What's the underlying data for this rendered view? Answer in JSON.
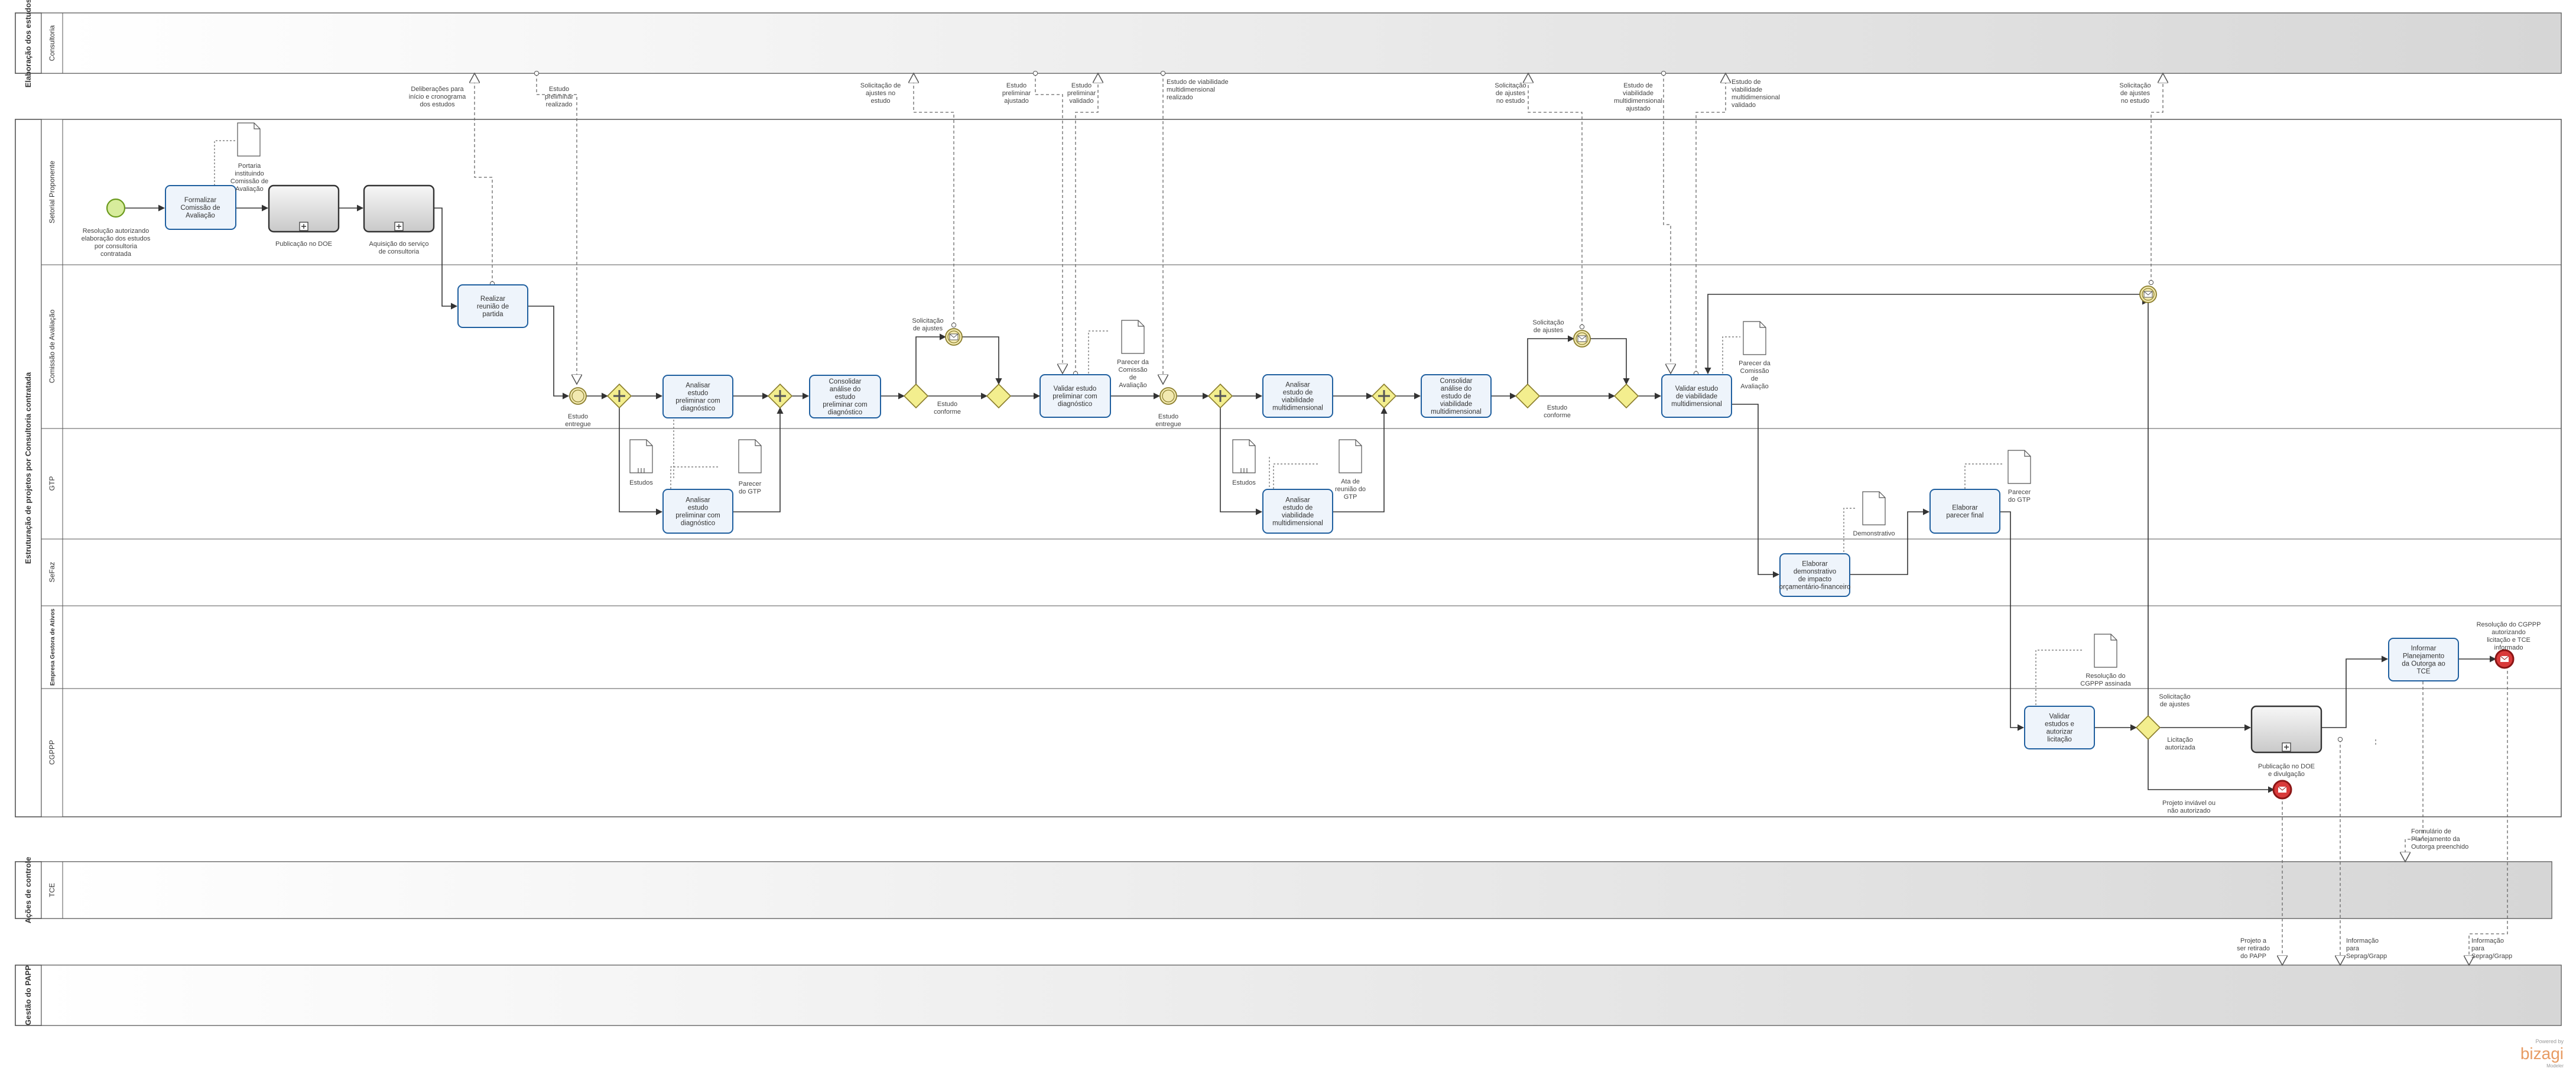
{
  "pools": [
    {
      "id": "p_elab",
      "title": "Elaboração dos estudos",
      "lanes": [
        "Consultoria"
      ]
    },
    {
      "id": "p_main",
      "title": "Estruturação de projetos por Consultoria contratada",
      "lanes": [
        "Setorial Proponente",
        "Comissão de Avaliação",
        "GTP",
        "SeFaz",
        "Empresa Gestora de Ativos",
        "CGPPP"
      ]
    },
    {
      "id": "p_ctrl",
      "title": "Ações de controle",
      "lanes": [
        "TCE"
      ]
    },
    {
      "id": "p_gest",
      "title": "Gestão do PAPP",
      "lanes": [
        ""
      ]
    }
  ],
  "tasks": {
    "t_formalizar": "Formalizar Comissão de Avaliação",
    "t_reuniao": "Realizar reunião de partida",
    "t_analisar_ca1": "Analisar estudo preliminar com diagnóstico",
    "t_analisar_gtp1": "Analisar estudo preliminar com diagnóstico",
    "t_consolidar1": "Consolidar análise do estudo preliminar com diagnóstico",
    "t_validar1": "Validar estudo preliminar com diagnóstico",
    "t_analisar_ca2": "Analisar estudo de viabilidade multidimensional",
    "t_analisar_gtp2": "Analisar estudo de viabilidade multidimensional",
    "t_consolidar2": "Consolidar análise do estudo de viabilidade multidimensional",
    "t_validar2": "Validar estudo de viabilidade multidimensional",
    "t_demonstrativo": "Elaborar demonstrativo de impacto orçamentário-financeiro",
    "t_parecer_final": "Elaborar parecer final",
    "t_validar_cgppp": "Validar estudos e autorizar licitação",
    "t_informar": "Informar Planejamento da Outorga ao TCE"
  },
  "subprocesses": {
    "sp_doe": "Publicação no DOE",
    "sp_aquisicao": "Aquisição do serviço de consultoria",
    "sp_divulgacao": "Publicação no DOE e divulgação"
  },
  "documents": {
    "d_portaria": "Portaria instituindo Comissão de Avaliação",
    "d_estudos1": "Estudos",
    "d_parecer_gtp1": "Parecer do GTP",
    "d_parecer_ca1": "Parecer da Comissão de Avaliação",
    "d_estudos2": "Estudos",
    "d_ata": "Ata de reunião do GTP",
    "d_parecer_ca2": "Parecer da Comissão de Avaliação",
    "d_demonstrativo": "Demonstrativo",
    "d_parecer_gtp2": "Parecer do GTP",
    "d_resolucao": "Resolução do CGPPP assinada"
  },
  "events": {
    "e_start": "Resolução autorizando elaboração dos estudos por consultoria contratada",
    "e_entregue1": "Estudo entregue",
    "e_solic1": "Solicitação de ajustes",
    "e_entregue2": "Estudo entregue",
    "e_solic2": "Solicitação de ajustes",
    "e_end_inviavel": "Projeto inviável ou não autorizado",
    "e_end_informado": "Resolução do CGPPP autorizando licitação e TCE informado"
  },
  "gateways": {
    "g_conforme1": "Estudo conforme",
    "g_conforme2": "Estudo conforme",
    "g_cgppp_up": "Solicitação de ajustes",
    "g_cgppp_right": "Licitação autorizada"
  },
  "messages": {
    "m1": "Deliberações para início e cronograma dos estudos",
    "m2": "Estudo preliminar realizado",
    "m3": "Solicitação de ajustes no estudo",
    "m4": "Estudo preliminar ajustado",
    "m5": "Estudo preliminar validado",
    "m6": "Estudo de viabilidade multidimensional realizado",
    "m7": "Solicitação de ajustes no estudo",
    "m8": "Estudo de viabilidade multidimensional ajustado",
    "m9": "Estudo de viabilidade multidimensional validado",
    "m10": "Solicitação de ajustes no estudo",
    "m11": "Formulário de Planejamento da Outorga preenchido",
    "m12": "Projeto a ser retirado do PAPP",
    "m13": "Informação para Seprag/Grapp",
    "m14": "Informação para Seprag/Grapp"
  },
  "branding": {
    "powered": "Powered by",
    "logo": "bizagi",
    "sub": "Modeler"
  },
  "colors": {
    "task_fill": "#eef4fb",
    "task_stroke": "#1f5f9f",
    "gateway": "#f3ee8e",
    "start": "#d7ec9c",
    "end": "#d93a3a",
    "intermediate": "#f2e9b0",
    "lane_header": "#f5f5f5"
  }
}
